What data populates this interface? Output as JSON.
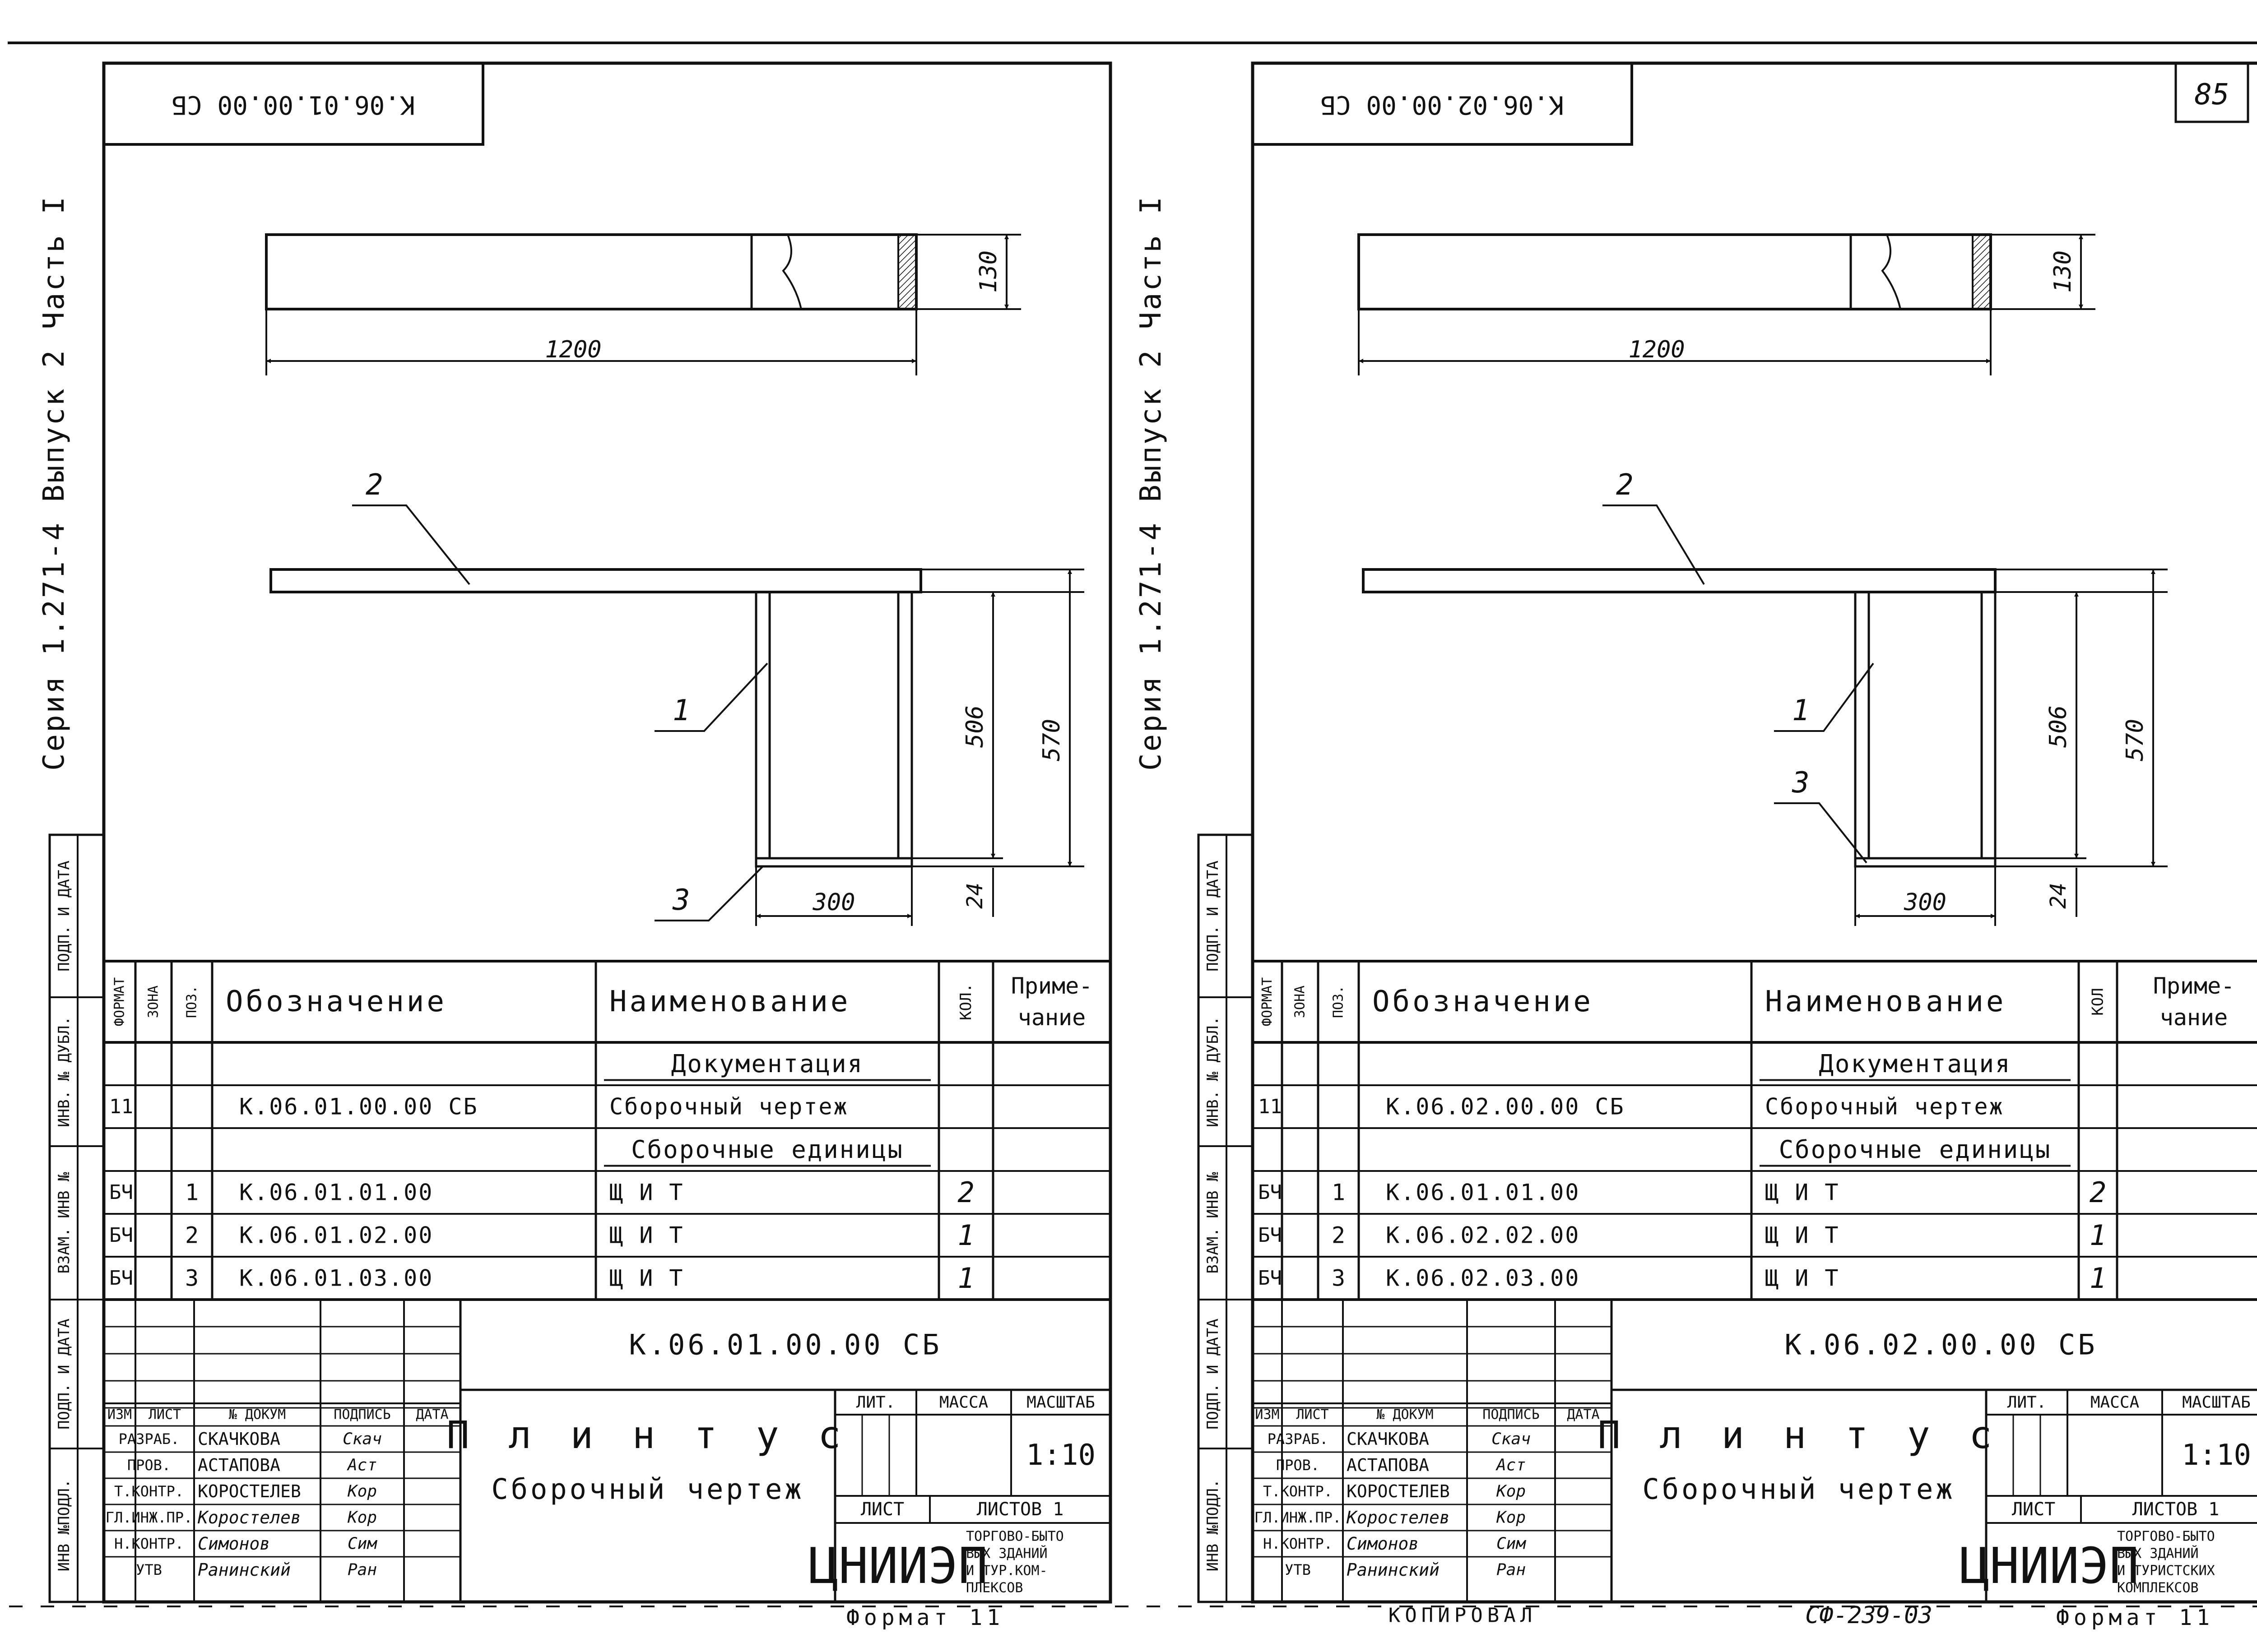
{
  "page_number": "85",
  "copied_stamp": "КОПИРОВАЛ",
  "format_code": "СФ-239-03",
  "sheets": [
    {
      "id": "left",
      "margin_text": "Серия  1.271-4  Выпуск 2  Часть I",
      "top_code": "К.06.01.00.00 СБ",
      "dims": {
        "length": "1200",
        "height_top": "130",
        "h_inner": "506",
        "h_total": "570",
        "width_bottom": "300",
        "base": "24"
      },
      "positions": [
        "1",
        "2",
        "3"
      ],
      "side_cells": [
        "ИНВ №ПОДЛ.",
        "ПОДП. И ДАТА",
        "ВЗАМ. ИНВ №",
        "ИНВ. № ДУБЛ.",
        "ПОДП. И ДАТА"
      ],
      "spec_headers": {
        "format": "ФОРМАТ",
        "zone": "ЗОНА",
        "pos": "ПОЗ.",
        "designation": "Обозначение",
        "name": "Наименование",
        "qty": "КОЛ.",
        "note1": "Приме-",
        "note2": "чание"
      },
      "spec_rows": [
        {
          "format": "",
          "pos": "",
          "designation": "",
          "name": "Документация",
          "qty": "",
          "section": true
        },
        {
          "format": "11",
          "pos": "",
          "designation": "К.06.01.00.00 СБ",
          "name": "Сборочный  чертеж",
          "qty": "",
          "section": false
        },
        {
          "format": "",
          "pos": "",
          "designation": "",
          "name": "Сборочные  единицы",
          "qty": "",
          "section": true
        },
        {
          "format": "БЧ",
          "pos": "1",
          "designation": "К.06.01.01.00",
          "name": "Щ И Т",
          "qty": "2",
          "section": false
        },
        {
          "format": "БЧ",
          "pos": "2",
          "designation": "К.06.01.02.00",
          "name": "Щ И Т",
          "qty": "1",
          "section": false
        },
        {
          "format": "БЧ",
          "pos": "3",
          "designation": "К.06.01.03.00",
          "name": "Щ И Т",
          "qty": "1",
          "section": false
        }
      ],
      "title_code": "К.06.01.00.00 СБ",
      "title_name": "П л и н т у с",
      "title_sub": "Сборочный  чертеж",
      "stamp_headers": [
        "ИЗМ",
        "ЛИСТ",
        "№ ДОКУМ",
        "ПОДПИСЬ",
        "ДАТА"
      ],
      "roles": [
        {
          "role": "РАЗРАБ.",
          "name": "СКАЧКОВА",
          "sign": "Скач"
        },
        {
          "role": "ПРОВ.",
          "name": "АСТАПОВА",
          "sign": "Аст"
        },
        {
          "role": "Т.КОНТР.",
          "name": "КОРОСТЕЛЕВ",
          "sign": "Кор"
        },
        {
          "role": "ГЛ.ИНЖ.ПР.",
          "name": "Коростелев",
          "sign": "Кор"
        },
        {
          "role": "Н.КОНТР.",
          "name": "Симонов",
          "sign": "Сим"
        },
        {
          "role": "УТВ",
          "name": "Ранинский",
          "sign": "Ран"
        }
      ],
      "lit_label": "ЛИТ.",
      "mass_label": "МАССА",
      "scale_label": "МАСШТАБ",
      "scale": "1:10",
      "list_label": "ЛИСТ",
      "lists_label": "ЛИСТОВ 1",
      "org_logo": "ЦНИИЭП",
      "org_desc": [
        "ТОРГОВО-БЫТО",
        "ВЫХ ЗДАНИЙ",
        "И ТУР.КОМ-",
        "ПЛЕКСОВ"
      ],
      "format_label": "Формат 11"
    },
    {
      "id": "right",
      "margin_text": "Серия  1.271-4  Выпуск 2  Часть I",
      "top_code": "К.06.02.00.00 СБ",
      "dims": {
        "length": "1200",
        "height_top": "130",
        "h_inner": "506",
        "h_total": "570",
        "width_bottom": "300",
        "base": "24"
      },
      "positions": [
        "1",
        "2",
        "3"
      ],
      "side_cells": [
        "ИНВ №ПОДЛ.",
        "ПОДП. И ДАТА",
        "ВЗАМ. ИНВ №",
        "ИНВ. № ДУБЛ.",
        "ПОДП. И ДАТА"
      ],
      "spec_headers": {
        "format": "ФОРМАТ",
        "zone": "ЗОНА",
        "pos": "ПОЗ.",
        "designation": "Обозначение",
        "name": "Наименование",
        "qty": "КОЛ",
        "note1": "Приме-",
        "note2": "чание"
      },
      "spec_rows": [
        {
          "format": "",
          "pos": "",
          "designation": "",
          "name": "Документация",
          "qty": "",
          "section": true
        },
        {
          "format": "11",
          "pos": "",
          "designation": "К.06.02.00.00 СБ",
          "name": "Сборочный  чертеж",
          "qty": "",
          "section": false
        },
        {
          "format": "",
          "pos": "",
          "designation": "",
          "name": "Сборочные  единицы",
          "qty": "",
          "section": true
        },
        {
          "format": "БЧ",
          "pos": "1",
          "designation": "К.06.01.01.00",
          "name": "Щ И Т",
          "qty": "2",
          "section": false
        },
        {
          "format": "БЧ",
          "pos": "2",
          "designation": "К.06.02.02.00",
          "name": "Щ И Т",
          "qty": "1",
          "section": false
        },
        {
          "format": "БЧ",
          "pos": "3",
          "designation": "К.06.02.03.00",
          "name": "Щ И Т",
          "qty": "1",
          "section": false
        }
      ],
      "title_code": "К.06.02.00.00 СБ",
      "title_name": "П л и н т у с",
      "title_sub": "Сборочный  чертеж",
      "stamp_headers": [
        "ИЗМ",
        "ЛИСТ",
        "№ ДОКУМ",
        "ПОДПИСЬ",
        "ДАТА"
      ],
      "roles": [
        {
          "role": "РАЗРАБ.",
          "name": "СКАЧКОВА",
          "sign": "Скач"
        },
        {
          "role": "ПРОВ.",
          "name": "АСТАПОВА",
          "sign": "Аст"
        },
        {
          "role": "Т.КОНТР.",
          "name": "КОРОСТЕЛЕВ",
          "sign": "Кор"
        },
        {
          "role": "ГЛ.ИНЖ.ПР.",
          "name": "Коростелев",
          "sign": "Кор"
        },
        {
          "role": "Н.КОНТР.",
          "name": "Симонов",
          "sign": "Сим"
        },
        {
          "role": "УТВ",
          "name": "Ранинский",
          "sign": "Ран"
        }
      ],
      "lit_label": "ЛИТ.",
      "mass_label": "МАССА",
      "scale_label": "МАСШТАБ",
      "scale": "1:10",
      "list_label": "ЛИСТ",
      "lists_label": "ЛИСТОВ 1",
      "org_logo": "ЦНИИЭП",
      "org_desc": [
        "ТОРГОВО-БЫТО",
        "ВЫХ ЗДАНИЙ",
        "И ТУРИСТСКИХ",
        "КОМПЛЕКСОВ"
      ],
      "format_label": "Формат 11"
    }
  ]
}
